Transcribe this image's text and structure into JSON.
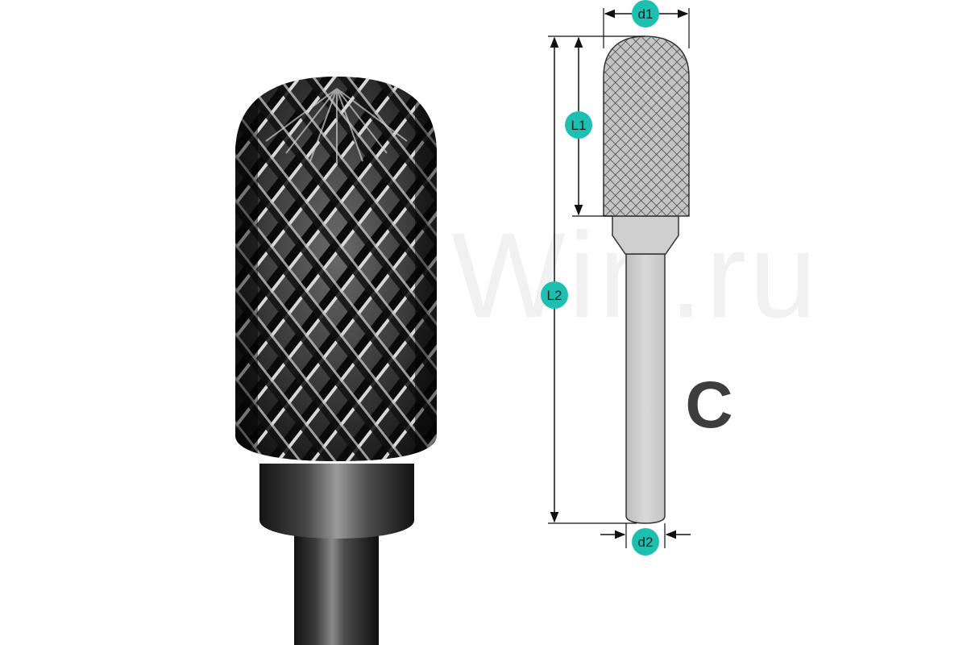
{
  "watermark": {
    "text": "Win.ru"
  },
  "dimensions": {
    "d1": "d1",
    "d2": "d2",
    "L1": "L1",
    "L2": "L2"
  },
  "shape_type": "C",
  "colors": {
    "badge": "#1dbfb0",
    "dim_line": "#111111",
    "shank": "#cfcfcf",
    "head": "#b8b8b8",
    "letter": "#3d3d3d"
  },
  "icons": [
    "carbide-burr-photo",
    "burr-schematic"
  ]
}
